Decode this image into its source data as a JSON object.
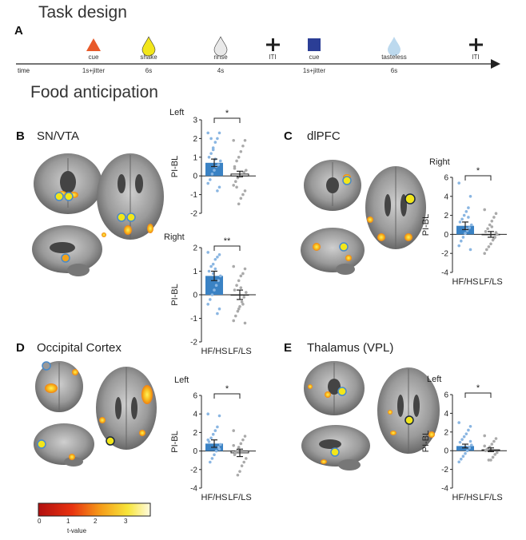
{
  "headers": {
    "task_design": "Task design",
    "food_anticipation": "Food anticipation"
  },
  "timeline": {
    "label_A": "A",
    "time": "time",
    "events": [
      {
        "label": "cue",
        "sub": "1s+jitter",
        "icon": "orange-triangle-icon"
      },
      {
        "label": "shake",
        "sub": "6s",
        "icon": "yellow-drop-icon"
      },
      {
        "label": "rinse",
        "sub": "4s",
        "icon": "gray-drop-icon"
      },
      {
        "label": "ITI",
        "sub": "",
        "icon": "plus-icon"
      },
      {
        "label": "cue",
        "sub": "1s+jitter",
        "icon": "blue-square-icon"
      },
      {
        "label": "tasteless",
        "sub": "6s",
        "icon": "lightblue-drop-icon"
      },
      {
        "label": "ITI",
        "sub": "",
        "icon": "plus-icon"
      }
    ]
  },
  "panels": {
    "B": {
      "letter": "B",
      "title": "SN/VTA"
    },
    "C": {
      "letter": "C",
      "title": "dlPFC"
    },
    "D": {
      "letter": "D",
      "title": "Occipital Cortex"
    },
    "E": {
      "letter": "E",
      "title": "Thalamus (VPL)"
    }
  },
  "colorbar": {
    "ticks": [
      "0",
      "1",
      "2",
      "3"
    ],
    "label": "t-value"
  },
  "colors": {
    "hf": "#3a82c4",
    "hf_dots": "#8ab6e2",
    "lf_dots": "#aaaaaa",
    "roi_outline": "#4a8ac8"
  },
  "chart_data": [
    {
      "id": "B-left",
      "type": "bar",
      "title": "Left",
      "ylabel": "PI-BL",
      "ylim": [
        -2,
        3
      ],
      "yticks": [
        "3",
        "2",
        "1",
        "0",
        "-1",
        "-2"
      ],
      "categories": [
        "HF/HS",
        "LF/LS"
      ],
      "show_categories": false,
      "values": [
        0.7,
        0.1
      ],
      "errors": [
        0.2,
        0.15
      ],
      "sig": "*",
      "dots": [
        [
          2.3,
          2.3,
          2.0,
          1.8,
          1.5,
          1.2,
          1.0,
          0.8,
          0.6,
          0.5,
          0.3,
          0.1,
          -0.2,
          -0.4,
          -0.6,
          -0.8,
          0.9,
          1.4,
          2.0
        ],
        [
          1.9,
          1.9,
          1.6,
          1.3,
          1.0,
          0.8,
          0.5,
          0.3,
          0.2,
          0.1,
          0.0,
          -0.1,
          -0.3,
          -0.5,
          -0.8,
          -1.0,
          -1.2,
          -1.5,
          -0.6,
          0.4
        ]
      ]
    },
    {
      "id": "B-right",
      "type": "bar",
      "title": "Right",
      "ylabel": "PI-BL",
      "ylim": [
        -2,
        2
      ],
      "yticks": [
        "2",
        "1",
        "0",
        "-1",
        "-2"
      ],
      "categories": [
        "HF/HS",
        "LF/LS"
      ],
      "show_categories": true,
      "values": [
        0.8,
        0.0
      ],
      "errors": [
        0.2,
        0.2
      ],
      "sig": "**",
      "dots": [
        [
          1.8,
          1.7,
          1.6,
          1.5,
          1.3,
          1.2,
          1.0,
          0.8,
          0.6,
          0.4,
          0.2,
          0.0,
          -0.2,
          -0.4,
          -0.6,
          -0.8,
          1.1,
          0.9
        ],
        [
          1.2,
          1.1,
          0.9,
          0.8,
          0.6,
          0.4,
          0.2,
          0.1,
          -0.1,
          -0.3,
          -0.5,
          -0.7,
          -0.9,
          -1.1,
          -1.2,
          -0.4,
          0.3,
          -0.6
        ]
      ]
    },
    {
      "id": "C-right",
      "type": "bar",
      "title": "Right",
      "ylabel": "PI-BL",
      "ylim": [
        -4,
        6
      ],
      "yticks": [
        "6",
        "4",
        "2",
        "0",
        "-2",
        "-4"
      ],
      "categories": [
        "HF/HS",
        "LF/LS"
      ],
      "show_categories": true,
      "values": [
        0.9,
        0.0
      ],
      "errors": [
        0.4,
        0.3
      ],
      "sig": "*",
      "dots": [
        [
          5.4,
          4.0,
          2.8,
          2.4,
          2.0,
          1.6,
          1.3,
          1.0,
          0.7,
          0.4,
          0.1,
          -0.3,
          -0.7,
          -1.2,
          -1.6,
          1.8,
          0.6
        ],
        [
          2.6,
          2.2,
          1.8,
          1.4,
          1.0,
          0.6,
          0.3,
          0.0,
          -0.3,
          -0.6,
          -1.0,
          -1.3,
          -1.6,
          -2.0,
          0.2,
          -0.4,
          0.8
        ]
      ]
    },
    {
      "id": "D-left",
      "type": "bar",
      "title": "Left",
      "ylabel": "PI-BL",
      "ylim": [
        -4,
        6
      ],
      "yticks": [
        "6",
        "4",
        "2",
        "0",
        "-2",
        "-4"
      ],
      "categories": [
        "HF/HS",
        "LF/LS"
      ],
      "show_categories": true,
      "values": [
        0.8,
        -0.2
      ],
      "errors": [
        0.4,
        0.4
      ],
      "sig": "*",
      "dots": [
        [
          4.0,
          3.8,
          2.6,
          2.2,
          1.8,
          1.4,
          1.0,
          0.7,
          0.4,
          0.0,
          -0.4,
          -0.8,
          -1.2,
          1.2,
          0.2
        ],
        [
          2.2,
          1.6,
          1.2,
          0.8,
          0.4,
          0.0,
          -0.4,
          -0.8,
          -1.2,
          -1.6,
          -2.2,
          -2.6,
          -0.2,
          0.6
        ]
      ]
    },
    {
      "id": "E-left",
      "type": "bar",
      "title": "Left",
      "ylabel": "PI-BL",
      "ylim": [
        -4,
        6
      ],
      "yticks": [
        "6",
        "4",
        "2",
        "0",
        "-2",
        "-4"
      ],
      "categories": [
        "HF/HS",
        "LF/LS"
      ],
      "show_categories": true,
      "values": [
        0.5,
        0.1
      ],
      "errors": [
        0.2,
        0.2
      ],
      "sig": "*",
      "dots": [
        [
          3.0,
          2.6,
          2.2,
          1.8,
          1.5,
          1.2,
          0.9,
          0.6,
          0.3,
          0.0,
          -0.3,
          -0.6,
          -0.9,
          -1.2,
          1.0,
          0.4
        ],
        [
          1.6,
          1.3,
          1.0,
          0.7,
          0.4,
          0.2,
          0.0,
          -0.2,
          -0.4,
          -0.7,
          -1.0,
          -1.0,
          0.1,
          0.5
        ]
      ]
    }
  ]
}
